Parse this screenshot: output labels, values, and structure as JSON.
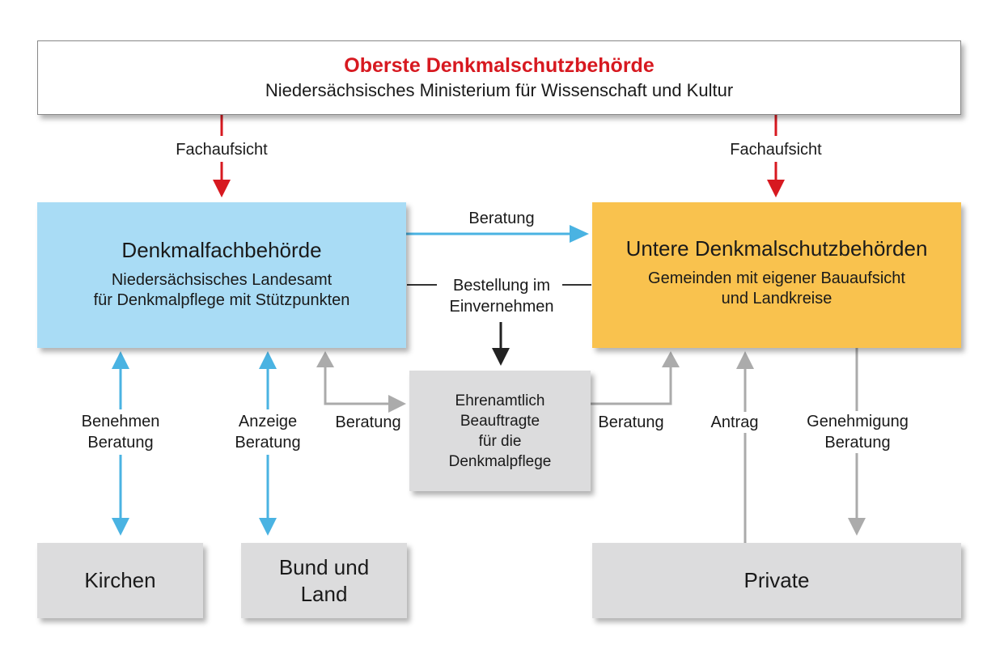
{
  "top": {
    "title": "Oberste Denkmalschutzbehörde",
    "subtitle": "Niedersächsisches Ministerium für Wissenschaft und Kultur"
  },
  "fachaufsicht_left": "Fachaufsicht",
  "fachaufsicht_right": "Fachaufsicht",
  "fach": {
    "title": "Denkmalfachbehörde",
    "line1": "Niedersächsisches Landesamt",
    "line2": "für Denkmalpflege mit Stützpunkten"
  },
  "untere": {
    "title": "Untere Denkmalschutzbehörden",
    "line1": "Gemeinden mit eigener Bauaufsicht",
    "line2": "und Landkreise"
  },
  "beratung_top": "Beratung",
  "bestellung": {
    "line1": "Bestellung im",
    "line2": "Einvernehmen"
  },
  "ehren": {
    "l1": "Ehrenamtlich",
    "l2": "Beauftragte",
    "l3": "für die",
    "l4": "Denkmalpflege"
  },
  "beratung_left": "Beratung",
  "beratung_right": "Beratung",
  "kirchen_label": {
    "l1": "Benehmen",
    "l2": "Beratung"
  },
  "bund_label": {
    "l1": "Anzeige",
    "l2": "Beratung"
  },
  "antrag": "Antrag",
  "genehmigung": {
    "l1": "Genehmigung",
    "l2": "Beratung"
  },
  "kirchen": "Kirchen",
  "bund": {
    "l1": "Bund und",
    "l2": "Land"
  },
  "private": "Private",
  "colors": {
    "red": "#d71920",
    "blue": "#a9dcf5",
    "orange": "#f9c24e",
    "gray": "#dcdcdd",
    "arrow_blue": "#4ab3e2",
    "arrow_gray": "#ababab"
  }
}
